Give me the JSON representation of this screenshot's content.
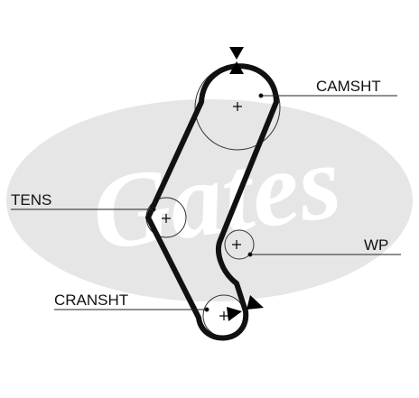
{
  "labels": {
    "camshaft": "CAMSHT",
    "tensioner": "TENS",
    "water_pump": "WP",
    "crankshaft": "CRANSHT"
  },
  "watermark": {
    "brand_text": "Gates",
    "fill_color": "#e6e6e6"
  },
  "colors": {
    "belt": "#111111",
    "pulley_line": "#333333",
    "leader_line": "#222222",
    "mark": "#000000"
  },
  "icons": {
    "center": "plus-marker",
    "timing": "triangle-marker"
  }
}
